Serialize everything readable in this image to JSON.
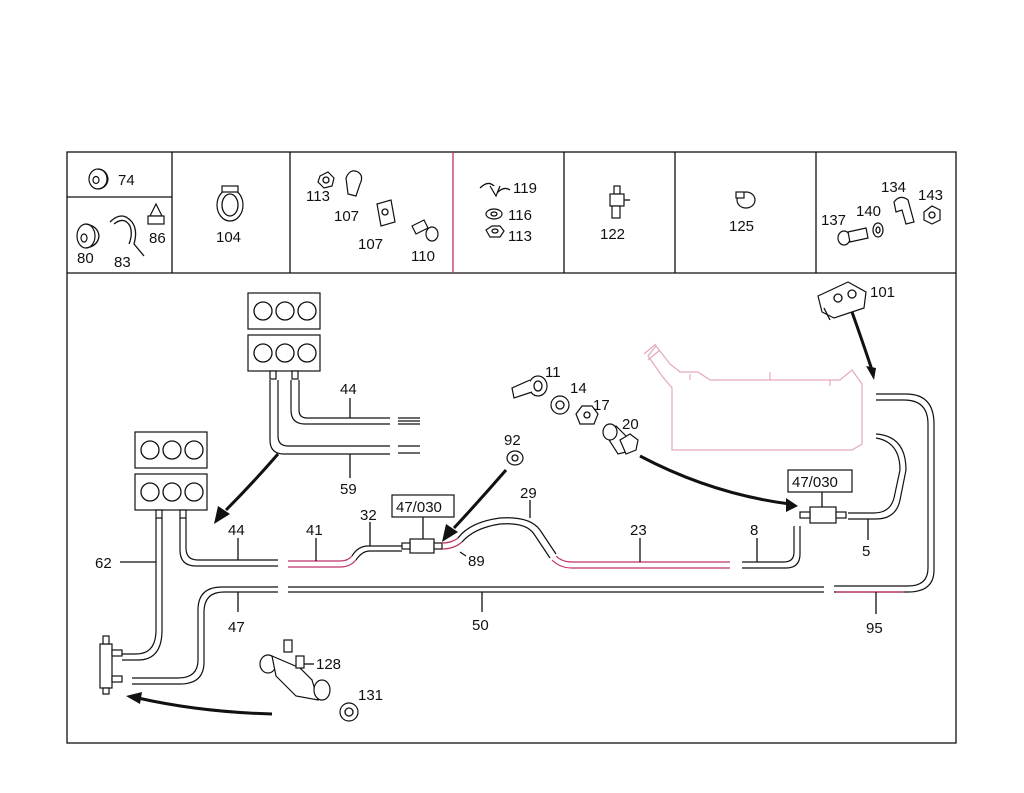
{
  "colors": {
    "frame": "#111111",
    "accent": "#c0306a",
    "tank_outline": "#e3a9bf"
  },
  "parts_header": {
    "cells": [
      {
        "labels": [
          "74",
          "80",
          "83",
          "86"
        ]
      },
      {
        "labels": [
          "104"
        ]
      },
      {
        "labels": [
          "113",
          "107",
          "107",
          "110"
        ]
      },
      {
        "labels": [
          "119",
          "116",
          "113"
        ]
      },
      {
        "labels": [
          "122"
        ]
      },
      {
        "labels": [
          "125"
        ]
      },
      {
        "labels": [
          "134",
          "143",
          "137",
          "140"
        ]
      }
    ]
  },
  "callouts": {
    "c101": "101",
    "c11": "11",
    "c14": "14",
    "c17": "17",
    "c20": "20",
    "c44a": "44",
    "c59": "59",
    "c92": "92",
    "c29": "29",
    "c47030a": "47/030",
    "c47030b": "47/030",
    "c44b": "44",
    "c41": "41",
    "c32": "32",
    "c89": "89",
    "c23": "23",
    "c8": "8",
    "c5": "5",
    "c62": "62",
    "c47": "47",
    "c50": "50",
    "c95": "95",
    "c128": "128",
    "c131": "131"
  },
  "icons": [
    "rubber-mount-icon",
    "hose-clamp-icon",
    "pipe-clip-icon",
    "nut-icon",
    "washer-icon",
    "bolt-icon",
    "valve-icon",
    "fuel-tank-icon",
    "injector-block-icon",
    "arrow-icon"
  ]
}
